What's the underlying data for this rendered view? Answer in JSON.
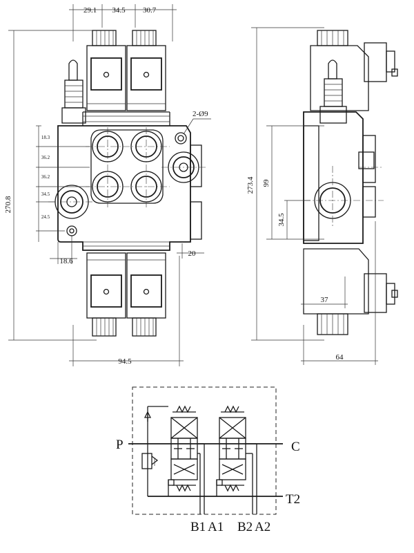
{
  "front_view": {
    "dims_top": [
      "29.1",
      "34.5",
      "30.7"
    ],
    "dim_overall_height": "270.8",
    "dim_width": "94.5",
    "dims_left": [
      "18.3",
      "36.2",
      "36.2",
      "34.5",
      "24.5"
    ],
    "dim_bottom_left": "18.6",
    "dim_bottom_right": "20",
    "mount_hole": "2-Ø9"
  },
  "side_view": {
    "dim_overall_height": "273.4",
    "dim_99": "99",
    "dim_34_5": "34.5",
    "dim_37": "37",
    "dim_64": "64"
  },
  "schematic": {
    "port_p": "P",
    "port_c": "C",
    "port_t2": "T2",
    "bottom_ports": [
      "B1",
      "A1",
      "B2",
      "A2"
    ]
  }
}
